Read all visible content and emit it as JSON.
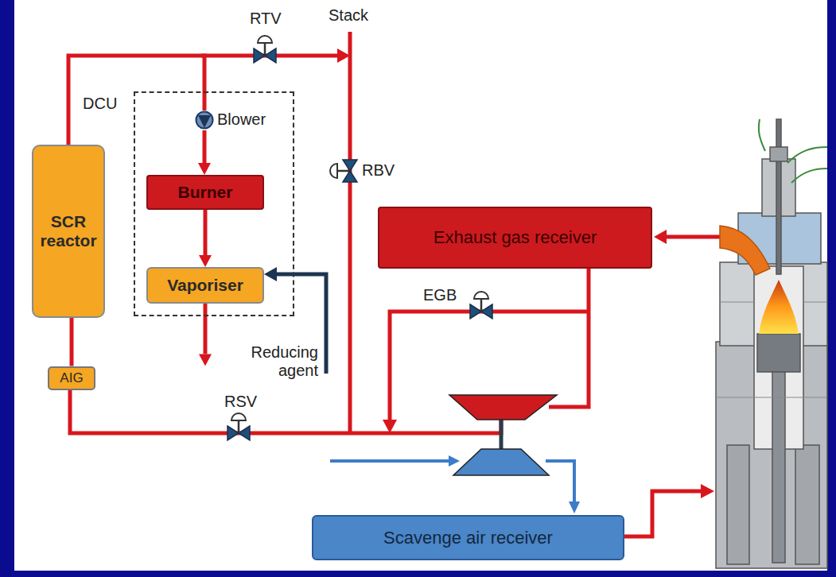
{
  "diagram": {
    "nodes": [
      {
        "text": [
          "DCU"
        ]
      },
      {
        "text": [
          "Blower"
        ],
        "in": 0
      },
      {
        "text": [
          "Burner"
        ],
        "in": 0
      },
      {
        "text": [
          "Vaporiser"
        ],
        "in": 0
      },
      {
        "text": [
          "SCR reactor"
        ]
      },
      {
        "text": [
          "AIG"
        ]
      },
      {
        "text": [
          "Exhaust gas receiver"
        ]
      },
      {
        "text": [
          "Scavenge air receiver"
        ]
      }
    ],
    "edges": [
      {
        "from": 4,
        "to": 1,
        "arrow": "none"
      },
      {
        "from": 1,
        "to": 2,
        "arrow": "to"
      },
      {
        "from": 2,
        "to": 3,
        "arrow": "to"
      },
      {
        "from": 3,
        "to": 5,
        "arrow": "to"
      },
      {
        "from": 5,
        "to": 4,
        "arrow": "none"
      }
    ],
    "labels": [
      "RTV",
      "Stack",
      "RBV",
      "EGB",
      "Reducing agent",
      "RSV"
    ]
  }
}
